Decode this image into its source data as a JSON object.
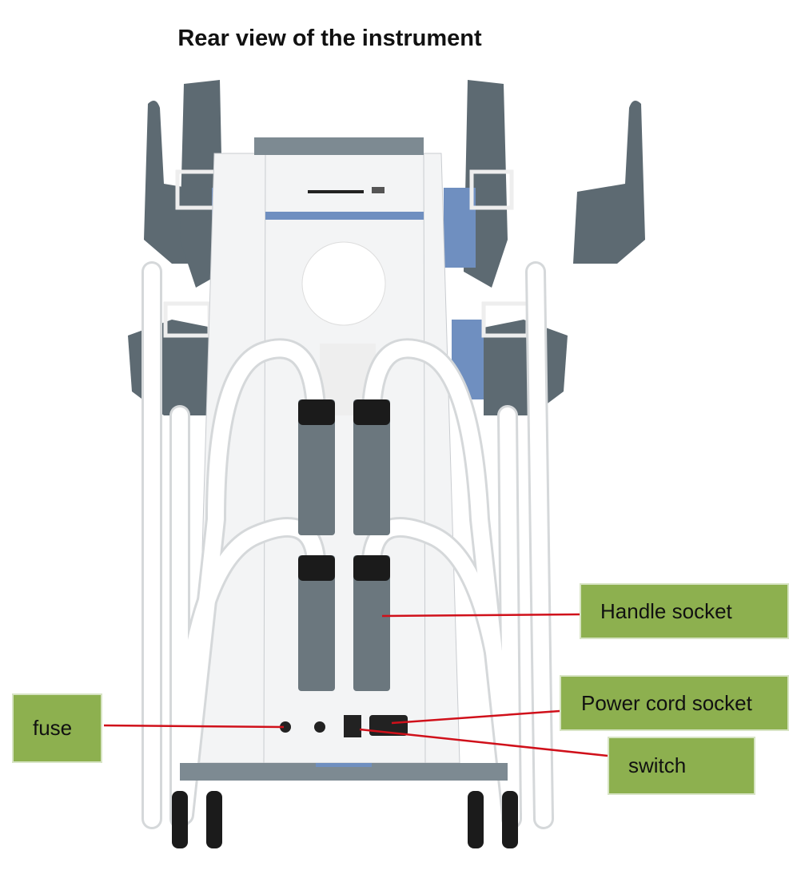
{
  "title": "Rear view of the instrument",
  "labels": {
    "handle_socket": "Handle socket",
    "power_cord_socket": "Power cord socket",
    "switch": "switch",
    "fuse": "fuse"
  },
  "colors": {
    "label_bg": "#8db04f",
    "leader_line": "#d0101a",
    "device_gray": "#5d6a72",
    "accent_blue": "#6f8fc0"
  }
}
